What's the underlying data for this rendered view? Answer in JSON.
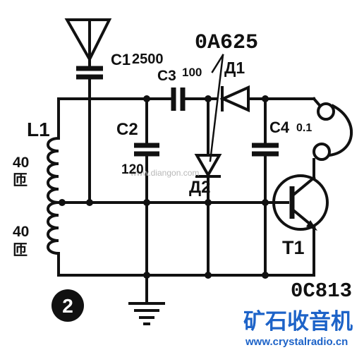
{
  "labels": {
    "c1": "C1",
    "c1_value": "2500",
    "c3": "C3",
    "c3_value": "100",
    "c2": "C2",
    "c2_value": "120",
    "c4": "C4",
    "c4_value": "0.1",
    "l1": "L1",
    "turns_top_num": "40",
    "turns_top_unit": "匝",
    "turns_bottom_num": "40",
    "turns_bottom_unit": "匝",
    "d1": "Д1",
    "d2": "Д2",
    "diode_model": "0A625",
    "t1": "T1",
    "transistor_model": "0C813",
    "figure_number": "2"
  },
  "watermark": "www.diangon.com",
  "brand": {
    "title": "矿石收音机",
    "url": "www.crystalradio.cn",
    "color": "#1d63c8"
  }
}
